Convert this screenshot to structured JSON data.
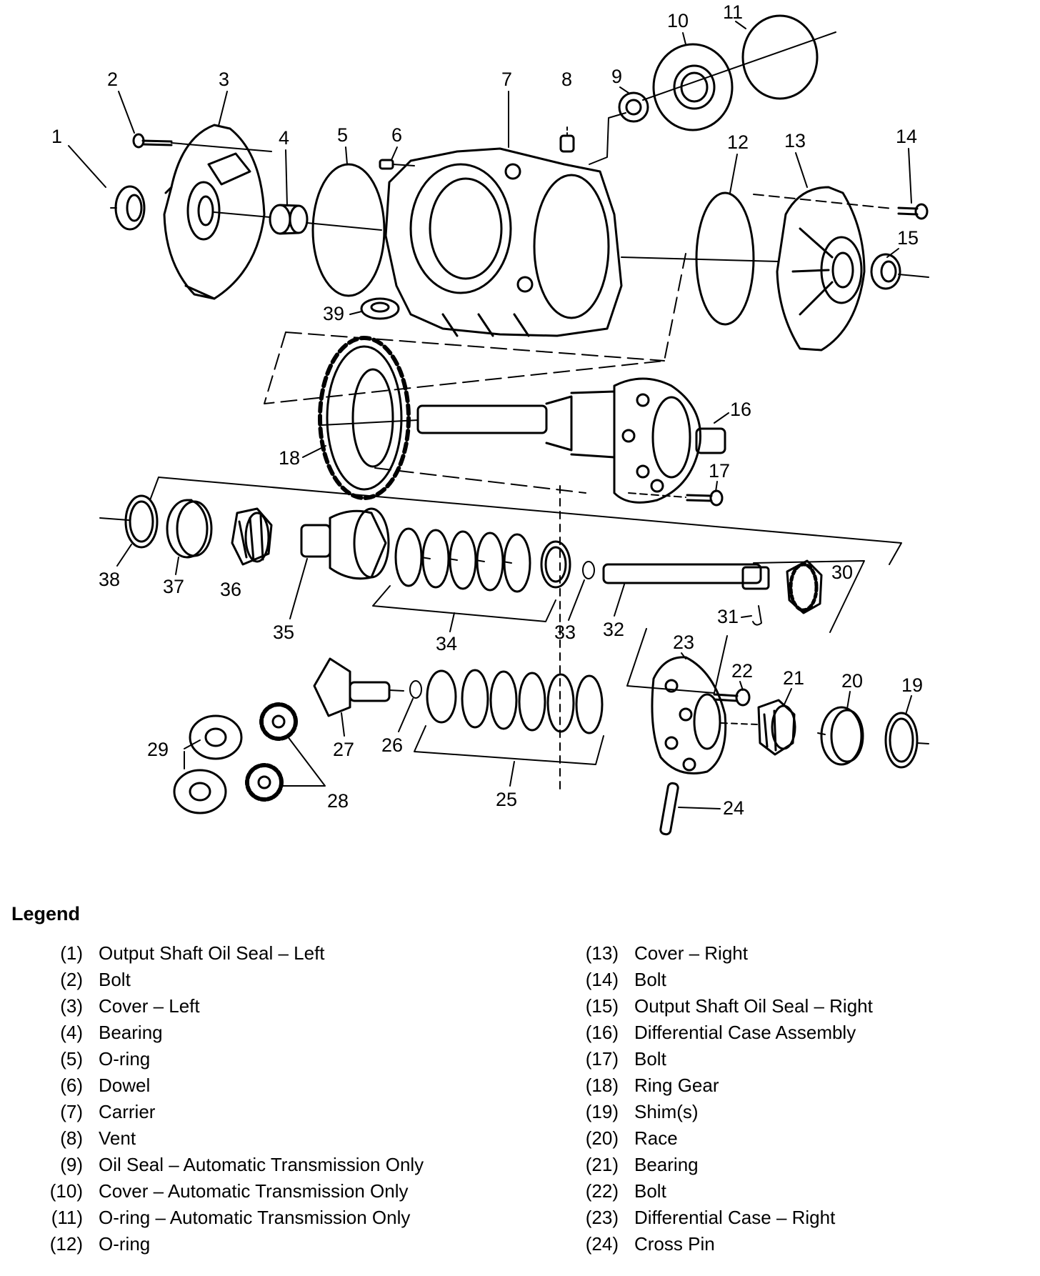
{
  "callouts": [
    "1",
    "2",
    "3",
    "4",
    "5",
    "6",
    "7",
    "8",
    "9",
    "10",
    "11",
    "12",
    "13",
    "14",
    "15",
    "16",
    "17",
    "18",
    "19",
    "20",
    "21",
    "22",
    "23",
    "24",
    "25",
    "26",
    "27",
    "28",
    "29",
    "30",
    "31",
    "32",
    "33",
    "34",
    "35",
    "36",
    "37",
    "38",
    "39"
  ],
  "legend": {
    "title": "Legend",
    "left": [
      {
        "num": "(1)",
        "text": "Output Shaft Oil Seal – Left"
      },
      {
        "num": "(2)",
        "text": "Bolt"
      },
      {
        "num": "(3)",
        "text": "Cover – Left"
      },
      {
        "num": "(4)",
        "text": "Bearing"
      },
      {
        "num": "(5)",
        "text": "O-ring"
      },
      {
        "num": "(6)",
        "text": "Dowel"
      },
      {
        "num": "(7)",
        "text": "Carrier"
      },
      {
        "num": "(8)",
        "text": "Vent"
      },
      {
        "num": "(9)",
        "text": "Oil Seal – Automatic Transmission Only"
      },
      {
        "num": "(10)",
        "text": "Cover – Automatic Transmission Only"
      },
      {
        "num": "(11)",
        "text": "O-ring – Automatic Transmission Only"
      },
      {
        "num": "(12)",
        "text": "O-ring"
      }
    ],
    "right": [
      {
        "num": "(13)",
        "text": "Cover – Right"
      },
      {
        "num": "(14)",
        "text": "Bolt"
      },
      {
        "num": "(15)",
        "text": "Output Shaft Oil Seal – Right"
      },
      {
        "num": "(16)",
        "text": "Differential Case Assembly"
      },
      {
        "num": "(17)",
        "text": "Bolt"
      },
      {
        "num": "(18)",
        "text": "Ring Gear"
      },
      {
        "num": "(19)",
        "text": "Shim(s)"
      },
      {
        "num": "(20)",
        "text": "Race"
      },
      {
        "num": "(21)",
        "text": "Bearing"
      },
      {
        "num": "(22)",
        "text": "Bolt"
      },
      {
        "num": "(23)",
        "text": "Differential Case – Right"
      },
      {
        "num": "(24)",
        "text": "Cross Pin"
      }
    ]
  }
}
